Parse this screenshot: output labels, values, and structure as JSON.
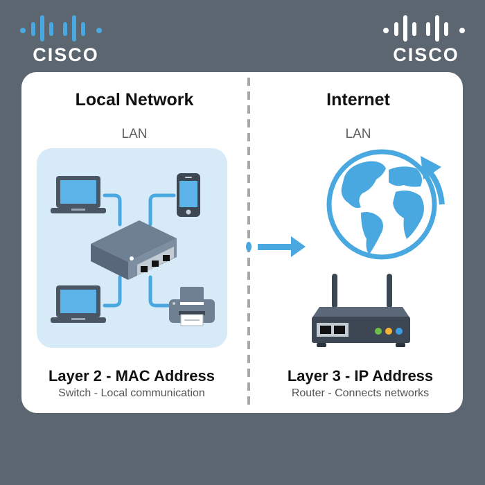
{
  "logos": {
    "left": {
      "text": "CISCO",
      "bars_color": "#4aa8e0",
      "text_color": "#ffffff"
    },
    "right": {
      "text": "CISCO",
      "bars_color": "#ffffff",
      "text_color": "#ffffff"
    }
  },
  "left_panel": {
    "title": "Local Network",
    "subtitle": "LAN",
    "devices": [
      "laptop",
      "smartphone",
      "switch",
      "laptop",
      "printer"
    ],
    "layer_title": "Layer 2 - MAC Address",
    "layer_desc": "Switch - Local communication"
  },
  "right_panel": {
    "title": "Internet",
    "subtitle": "LAN",
    "devices": [
      "globe",
      "router"
    ],
    "router_leds": [
      "#6cc04a",
      "#f5b335",
      "#3a9ee0"
    ],
    "layer_title": "Layer 3 - IP Address",
    "layer_desc": "Router - Connects networks"
  },
  "colors": {
    "background": "#5b6670",
    "accent_blue": "#4aa8e0",
    "lan_box": "#d7eaf7",
    "device_dark": "#4a5663"
  }
}
